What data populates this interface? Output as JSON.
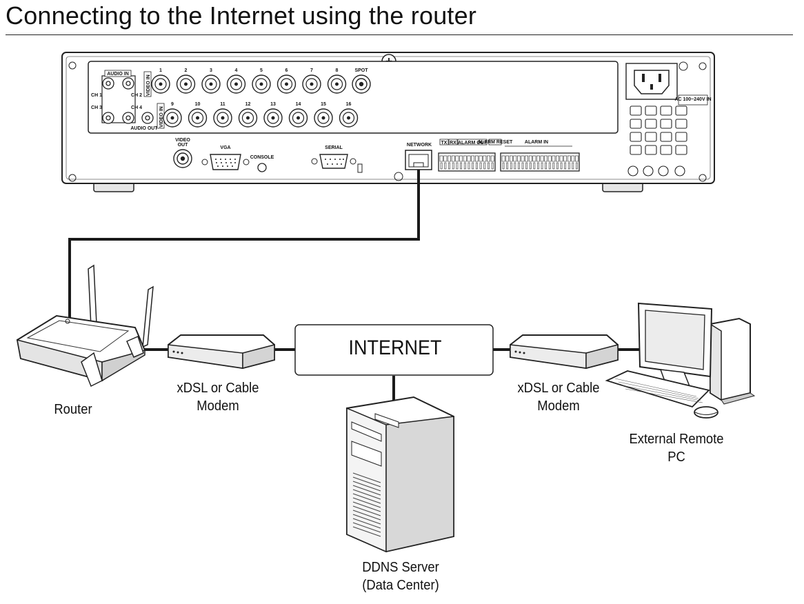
{
  "title": "Connecting to the Internet using the router",
  "nodes": {
    "router": "Router",
    "modem_left_line1": "xDSL or Cable",
    "modem_left_line2": "Modem",
    "internet": "INTERNET",
    "modem_right_line1": "xDSL or Cable",
    "modem_right_line2": "Modem",
    "pc_line1": "External Remote",
    "pc_line2": "PC",
    "server_line1": "DDNS Server",
    "server_line2": "(Data Center)"
  },
  "dvr_panel": {
    "audio_in": "AUDIO IN",
    "video_in": "VIDEO IN",
    "ch1": "CH 1",
    "ch2": "CH 2",
    "ch3": "CH 3",
    "ch4": "CH 4",
    "audio_out": "AUDIO OUT",
    "spot": "SPOT",
    "video_out": "VIDEO OUT",
    "vga": "VGA",
    "console": "CONSOLE",
    "serial": "SERIAL",
    "network": "NETWORK",
    "alarm_out": "ALARM OUT",
    "alarm_reset": "ALARM RESET",
    "alarm_in": "ALARM IN",
    "tx": "TX",
    "rx": "RX",
    "ac_in": "AC 100~240V IN",
    "ports_top": [
      "1",
      "2",
      "3",
      "4",
      "5",
      "6",
      "7",
      "8"
    ],
    "ports_bottom": [
      "9",
      "10",
      "11",
      "12",
      "13",
      "14",
      "15",
      "16"
    ]
  },
  "colors": {
    "line": "#1a1a1a",
    "device_fill": "#ffffff",
    "shade": "#d9d9d9"
  }
}
